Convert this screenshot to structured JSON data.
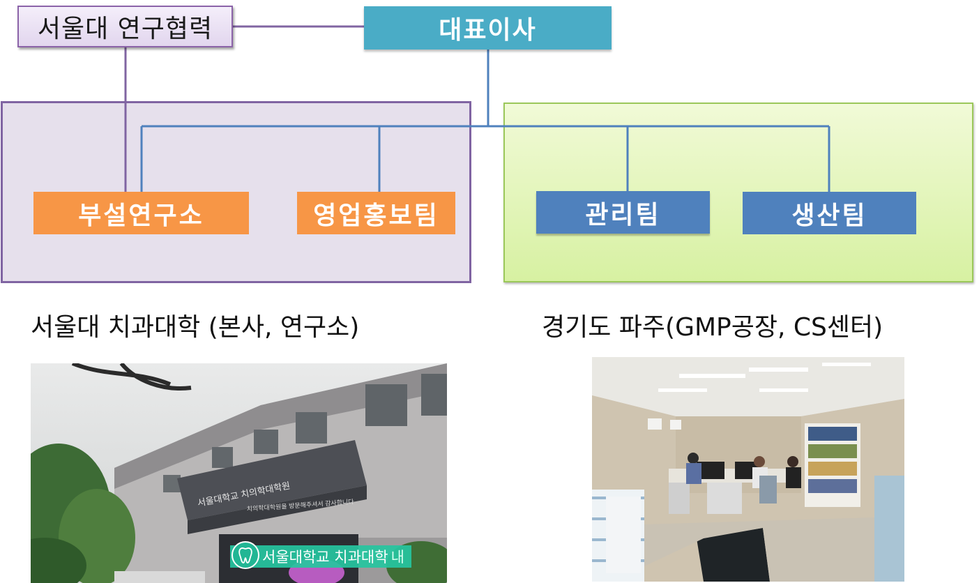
{
  "org_chart": {
    "partner": "서울대 연구협력",
    "ceo": "대표이사",
    "teams": {
      "research_lab": "부설연구소",
      "sales_marketing": "영업홍보팀",
      "management": "관리팀",
      "production": "생산팀"
    }
  },
  "locations": {
    "left_caption": "서울대 치과대학 (본사, 연구소)",
    "right_caption": "경기도 파주(GMP공장, CS센터)"
  },
  "photos": {
    "left_sign_text": "서울대학교 치과대학",
    "left_sign_tail": "내",
    "left_building_sign": "서울대학교 치의학대학원",
    "left_banner": "치의학대학원을 방문해주셔서 감사합니다"
  },
  "colors": {
    "ceo": "#4aacc6",
    "orange_team": "#f79646",
    "blue_team": "#4f81bd",
    "left_region_fill": "#e6e0ec",
    "left_region_border": "#8064a2",
    "right_region_fill": "#d7f1a2",
    "connector_blue": "#4f81bd",
    "connector_purple": "#8064a2"
  }
}
